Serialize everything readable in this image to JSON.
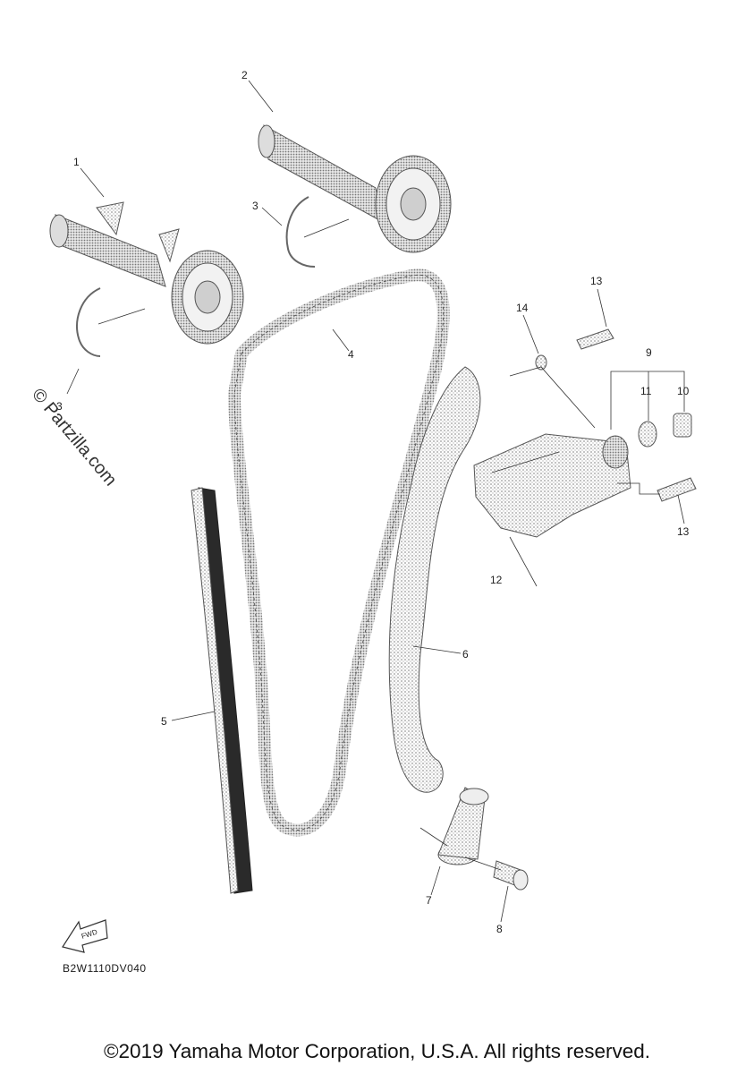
{
  "diagram": {
    "drawing_code": "B2W1110DV040",
    "copyright": "©2019 Yamaha Motor Corporation, U.S.A. All rights reserved.",
    "watermark": "© Partzilla.com",
    "fwd_label": "FWD",
    "callouts": [
      "1",
      "2",
      "3",
      "3",
      "4",
      "5",
      "6",
      "7",
      "8",
      "9",
      "10",
      "11",
      "12",
      "13",
      "13",
      "14"
    ],
    "colors": {
      "line": "#333333",
      "shade": "#888888",
      "dark": "#2a2a2a"
    }
  }
}
